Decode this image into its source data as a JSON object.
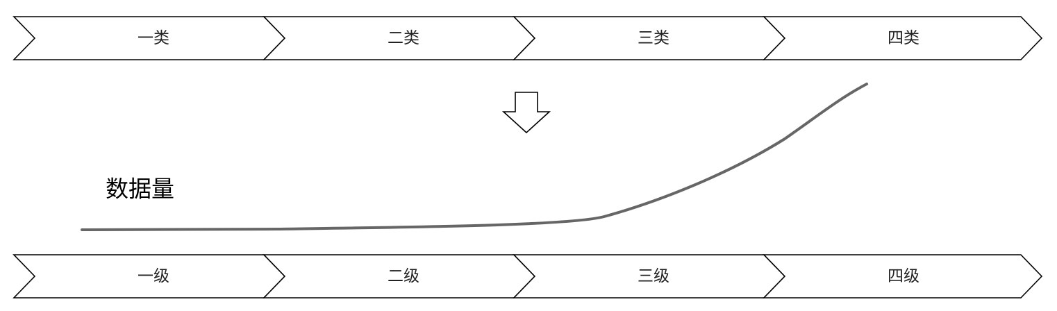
{
  "categories": [
    {
      "label": "一类"
    },
    {
      "label": "二类"
    },
    {
      "label": "三类"
    },
    {
      "label": "四类"
    }
  ],
  "levels": [
    {
      "label": "一级"
    },
    {
      "label": "二级"
    },
    {
      "label": "三级"
    },
    {
      "label": "四级"
    }
  ],
  "curve_label": "数据量",
  "colors": {
    "curve": "#666666",
    "outline": "#000000",
    "fill": "#ffffff"
  }
}
